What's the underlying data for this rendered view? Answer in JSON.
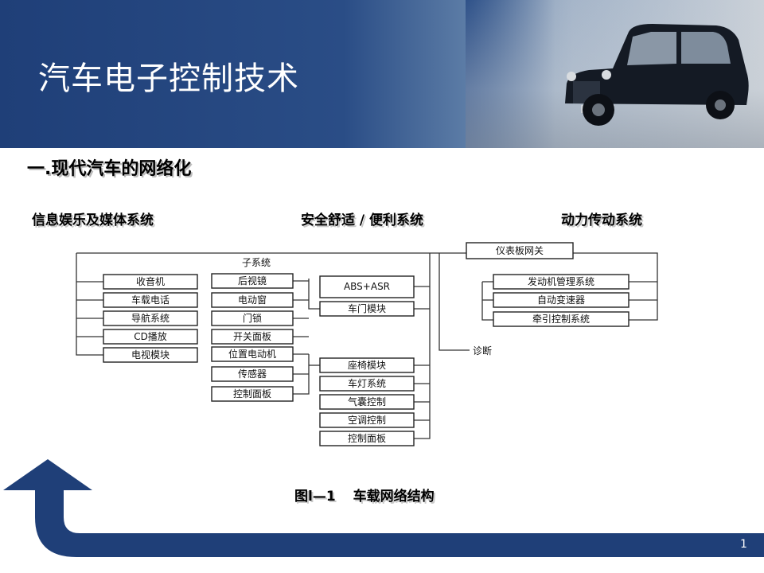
{
  "slide": {
    "title": "汽车电子控制技术",
    "section_heading": "一.现代汽车的网络化",
    "categories": [
      "信息娱乐及媒体系统",
      "安全舒适 / 便利系统",
      "动力传动系统"
    ],
    "caption_number": "图l—1",
    "caption_text": "车载网络结构",
    "page_number": "1"
  },
  "diagram": {
    "subsystem_label": "子系统",
    "diagnosis_label": "诊断",
    "gateway": "仪表板网关",
    "infotainment_nodes": [
      "收音机",
      "车载电话",
      "导航系统",
      "CD播放",
      "电视模块"
    ],
    "comfort_nodes_a": [
      "后视镜",
      "电动窗",
      "门锁",
      "开关面板"
    ],
    "comfort_nodes_b": [
      "位置电动机",
      "传感器",
      "控制面板"
    ],
    "abs_node": "ABS+ASR",
    "door_module": "车门模块",
    "body_nodes": [
      "座椅模块",
      "车灯系统",
      "气囊控制",
      "空调控制",
      "控制面板"
    ],
    "powertrain_nodes": [
      "发动机管理系统",
      "自动变速器",
      "牵引控制系统"
    ]
  },
  "colors": {
    "header_blue": "#1f3f78",
    "arrow_blue": "#1f3f78"
  }
}
